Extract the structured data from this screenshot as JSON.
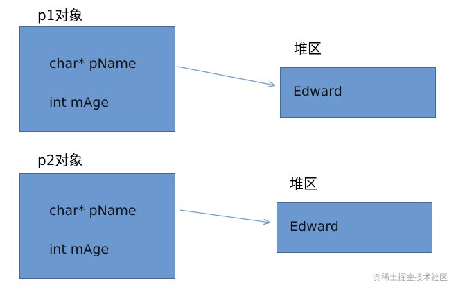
{
  "objects": [
    {
      "label": "p1对象",
      "fields": [
        "char* pName",
        "int mAge"
      ],
      "heap_label": "堆区",
      "heap_value": "Edward"
    },
    {
      "label": "p2对象",
      "fields": [
        "char* pName",
        "int mAge"
      ],
      "heap_label": "堆区",
      "heap_value": "Edward"
    }
  ],
  "colors": {
    "box_fill": "#6b98cf",
    "box_border": "#41699a",
    "arrow": "#6e9fd6"
  },
  "watermark": "@稀土掘金技术社区"
}
